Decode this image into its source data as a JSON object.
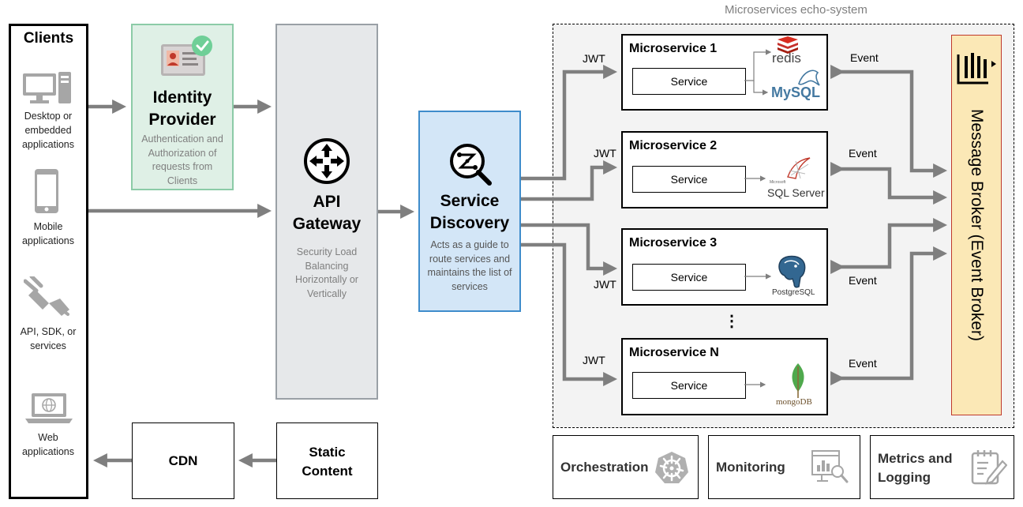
{
  "ecosystem_title": "Microservices echo-system",
  "clients": {
    "title": "Clients",
    "items": [
      {
        "label": "Desktop or embedded applications",
        "icon": "desktop-icon"
      },
      {
        "label": "Mobile applications",
        "icon": "mobile-icon"
      },
      {
        "label": "API, SDK, or services",
        "icon": "plug-icon"
      },
      {
        "label": "Web applications",
        "icon": "laptop-icon"
      }
    ]
  },
  "identity_provider": {
    "title_line1": "Identity",
    "title_line2": "Provider",
    "desc": "Authentication and Authorization of requests from Clients"
  },
  "api_gateway": {
    "title_line1": "API",
    "title_line2": "Gateway",
    "desc": "Security Load Balancing Horizontally or Vertically"
  },
  "service_discovery": {
    "title_line1": "Service",
    "title_line2": "Discovery",
    "desc": "Acts as a guide to route services and maintains the list of services"
  },
  "cdn": {
    "label": "CDN"
  },
  "static_content": {
    "label_line1": "Static",
    "label_line2": "Content"
  },
  "microservices": [
    {
      "title": "Microservice 1",
      "service": "Service",
      "jwt": "JWT",
      "event": "Event",
      "db": [
        "redis",
        "MySQL"
      ]
    },
    {
      "title": "Microservice 2",
      "service": "Service",
      "jwt": "JWT",
      "event": "Event",
      "db": [
        "SQL Server"
      ],
      "db_small": "Microsoft"
    },
    {
      "title": "Microservice 3",
      "service": "Service",
      "jwt": "JWT",
      "event": "Event",
      "db": [
        "PostgreSQL"
      ]
    },
    {
      "title": "Microservice N",
      "service": "Service",
      "jwt": "JWT",
      "event": "Event",
      "db": [
        "mongoDB"
      ]
    }
  ],
  "ellipsis": "⋮",
  "message_broker": {
    "label": "Message Broker (Event Broker)"
  },
  "bottom_tools": [
    {
      "label": "Orchestration",
      "icon": "kubernetes-icon"
    },
    {
      "label": "Monitoring",
      "icon": "monitoring-icon"
    },
    {
      "label_line1": "Metrics and",
      "label_line2": "Logging",
      "icon": "logging-icon"
    }
  ],
  "colors": {
    "arrow": "#7f7f7f",
    "identity_fill": "#dff0e6",
    "identity_border": "#8ccba7",
    "gateway_fill": "#e6e8ea",
    "gateway_border": "#9aa0a6",
    "discovery_fill": "#d3e6f7",
    "discovery_border": "#3e8ccb",
    "broker_fill": "#fbe8b6",
    "broker_border": "#c0392b"
  }
}
